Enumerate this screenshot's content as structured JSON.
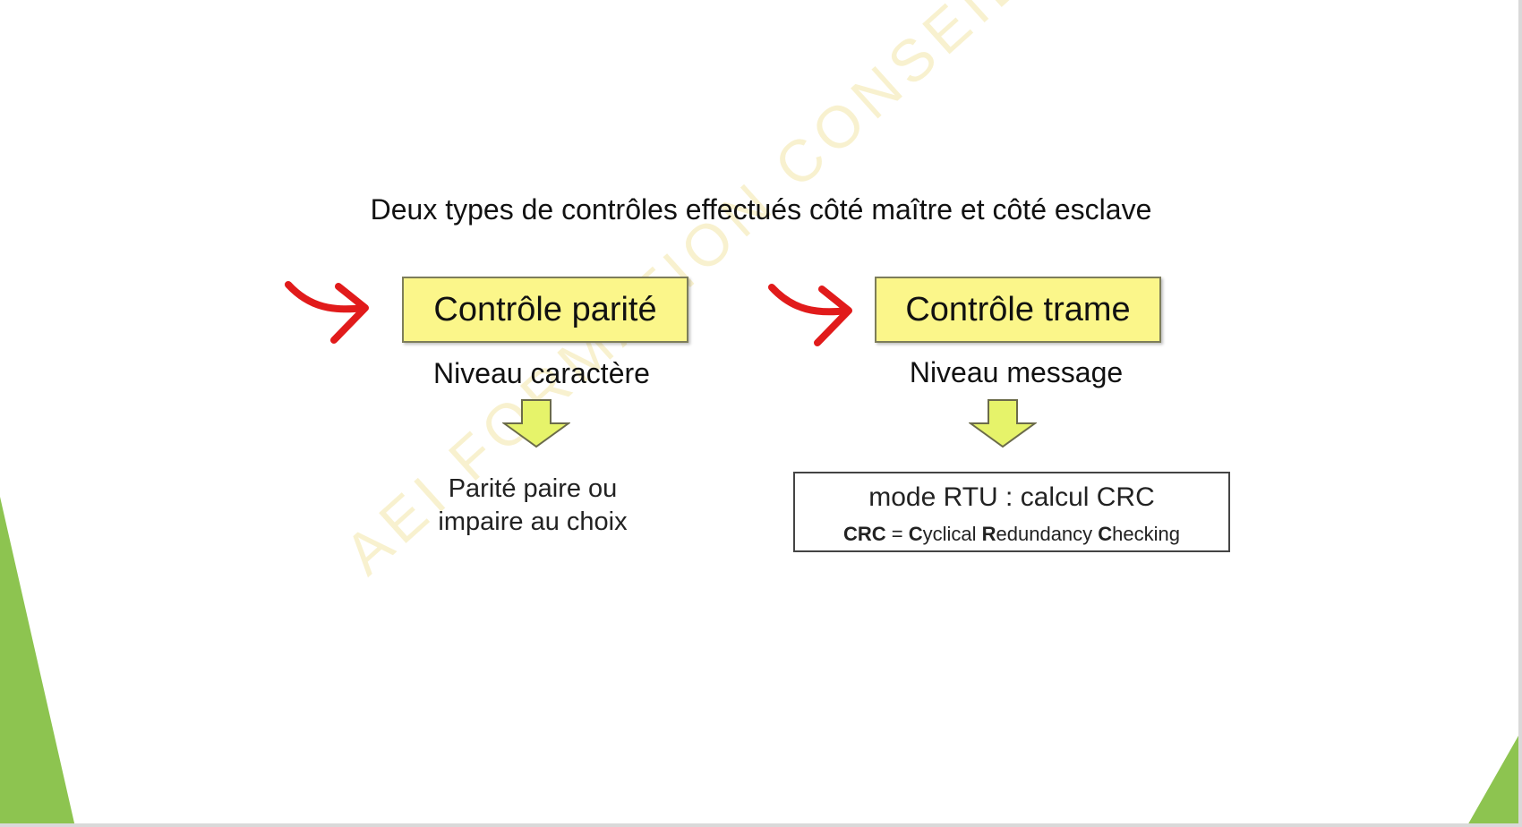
{
  "slide": {
    "title": "Deux types de contrôles effectués côté maître et côté esclave",
    "watermark": "AEI FORMATION CONSEIL"
  },
  "left_branch": {
    "box_label": "Contrôle parité",
    "level_label": "Niveau caractère",
    "result_line1": "Parité paire ou",
    "result_line2": "impaire au choix"
  },
  "right_branch": {
    "box_label": "Contrôle trame",
    "level_label": "Niveau message",
    "result_main": "mode RTU  : calcul CRC",
    "crc_def": {
      "abbr": "CRC",
      "equals": " = ",
      "c1": "C",
      "c1_rest": "yclical ",
      "r1": "R",
      "r1_rest": "edundancy ",
      "c2": "C",
      "c2_rest": "hecking"
    }
  },
  "colors": {
    "box_fill": "#fbf68a",
    "down_arrow_fill": "#e6f36a",
    "red_arrow": "#e11b1b",
    "accent_green": "#8dc450",
    "watermark": "#f3e7a8"
  },
  "icons": {
    "pointer": "curved-red-arrow-icon",
    "flow": "down-arrow-icon"
  }
}
